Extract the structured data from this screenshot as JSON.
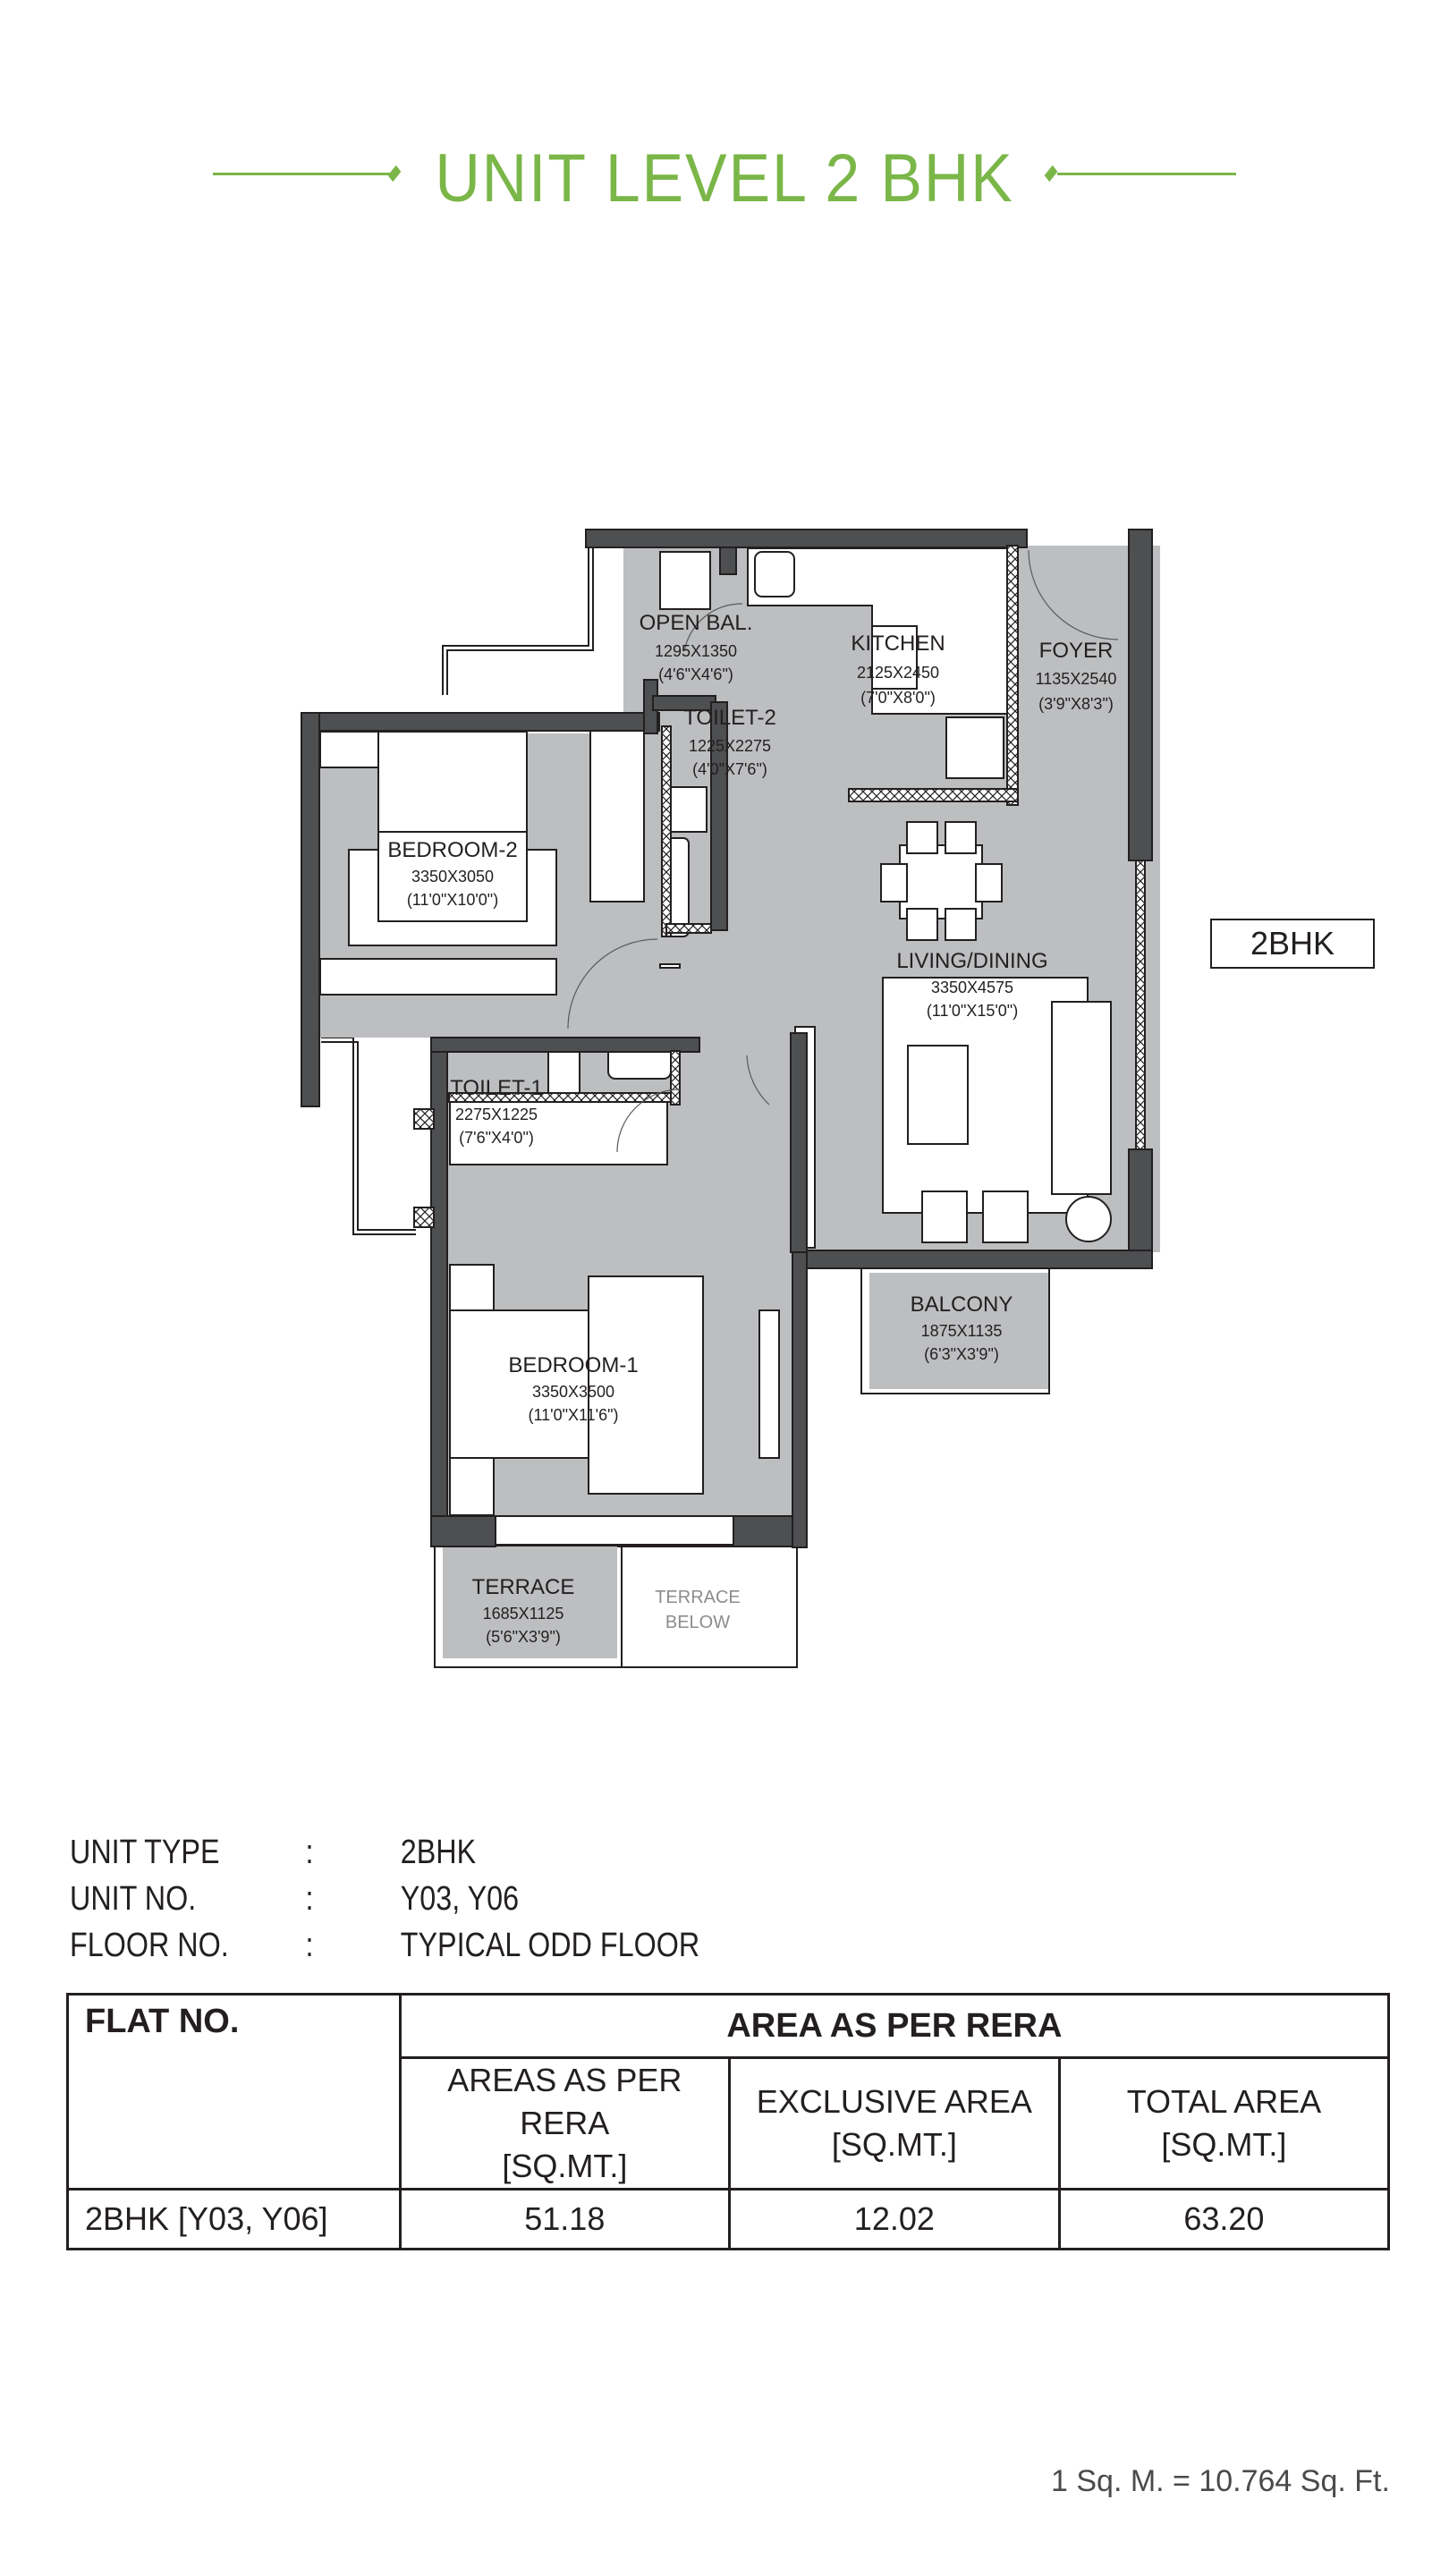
{
  "header": {
    "title": "UNIT LEVEL 2 BHK",
    "accent_color": "#7ab648"
  },
  "plan": {
    "wall_color": "#4d4f51",
    "floor_color": "#bcbec0",
    "unit_tag": "2BHK",
    "rooms": {
      "open_bal": {
        "name": "OPEN BAL.",
        "mm": "1295X1350",
        "ft": "(4'6\"X4'6\")"
      },
      "kitchen": {
        "name": "KITCHEN",
        "mm": "2125X2450",
        "ft": "(7'0\"X8'0\")"
      },
      "foyer": {
        "name": "FOYER",
        "mm": "1135X2540",
        "ft": "(3'9\"X8'3\")"
      },
      "toilet2": {
        "name": "TOILET-2",
        "mm": "1225X2275",
        "ft": "(4'0\"X7'6\")"
      },
      "bedroom2": {
        "name": "BEDROOM-2",
        "mm": "3350X3050",
        "ft": "(11'0\"X10'0\")"
      },
      "living": {
        "name": "LIVING/DINING",
        "mm": "3350X4575",
        "ft": "(11'0\"X15'0\")"
      },
      "toilet1": {
        "name": "TOILET-1",
        "mm": "2275X1225",
        "ft": "(7'6\"X4'0\")"
      },
      "balcony": {
        "name": "BALCONY",
        "mm": "1875X1135",
        "ft": "(6'3\"X3'9\")"
      },
      "bedroom1": {
        "name": "BEDROOM-1",
        "mm": "3350X3500",
        "ft": "(11'0\"X11'6\")"
      },
      "terrace": {
        "name": "TERRACE",
        "mm": "1685X1125",
        "ft": "(5'6\"X3'9\")"
      },
      "terrace_below": {
        "line1": "TERRACE",
        "line2": "BELOW"
      }
    }
  },
  "unit_info": {
    "rows": [
      {
        "label": "UNIT TYPE",
        "sep": ":",
        "value": "2BHK"
      },
      {
        "label": "UNIT NO.",
        "sep": ":",
        "value": "Y03, Y06"
      },
      {
        "label": "FLOOR NO.",
        "sep": ":",
        "value": "TYPICAL ODD FLOOR"
      }
    ]
  },
  "area_table": {
    "col_flat": "FLAT NO.",
    "col_group": "AREA AS PER RERA",
    "sub_headers": [
      {
        "line1": "AREAS AS PER RERA",
        "line2": "[SQ.MT.]"
      },
      {
        "line1": "EXCLUSIVE AREA",
        "line2": "[SQ.MT.]"
      },
      {
        "line1": "TOTAL AREA",
        "line2": "[SQ.MT.]"
      }
    ],
    "rows": [
      {
        "flat": "2BHK [Y03, Y06]",
        "rera": "51.18",
        "exclusive": "12.02",
        "total": "63.20"
      }
    ]
  },
  "footnote": "1 Sq. M. = 10.764 Sq. Ft."
}
